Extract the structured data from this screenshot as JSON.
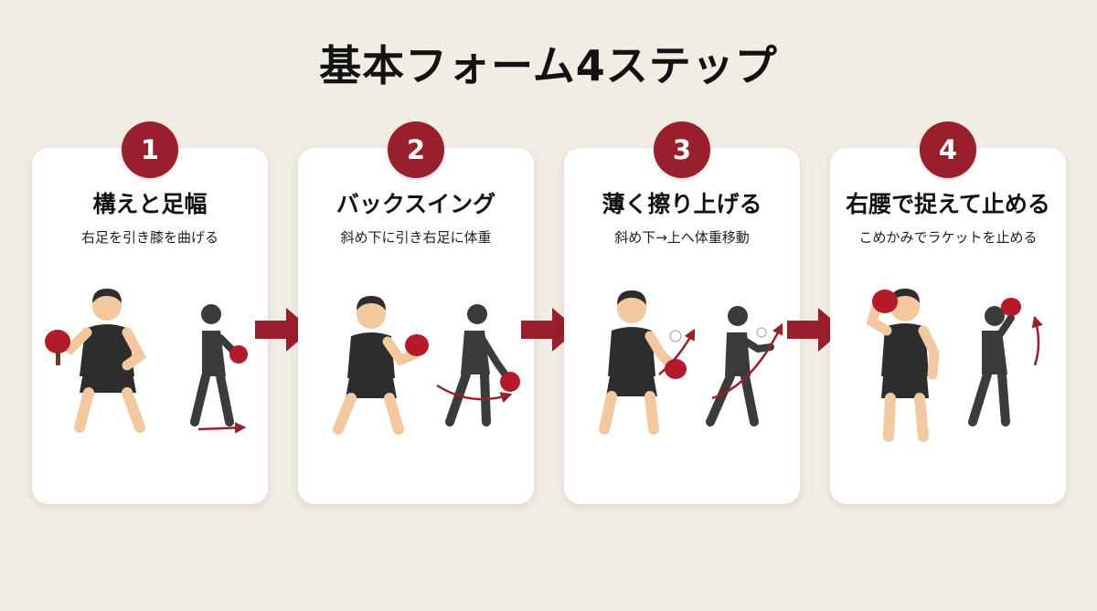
{
  "title": "基本フォーム4ステップ",
  "colors": {
    "accent": "#9a1f2c",
    "background": "#f2ede4",
    "card": "#ffffff",
    "figure_dark": "#3b3b3b",
    "skin": "#f3c89f",
    "paddle": "#b5192a"
  },
  "steps": [
    {
      "number": "1",
      "title": "構えと足幅",
      "subtitle": "右足を引き膝を曲げる"
    },
    {
      "number": "2",
      "title": "バックスイング",
      "subtitle": "斜め下に引き右足に体重"
    },
    {
      "number": "3",
      "title": "薄く擦り上げる",
      "subtitle": "斜め下→上へ体重移動"
    },
    {
      "number": "4",
      "title": "右腰で捉えて止める",
      "subtitle": "こめかみでラケットを止める"
    }
  ],
  "icons": [
    "step-arrow-icon",
    "player-front-icon",
    "player-side-icon",
    "paddle-icon",
    "ball-icon",
    "motion-arrow-icon"
  ]
}
